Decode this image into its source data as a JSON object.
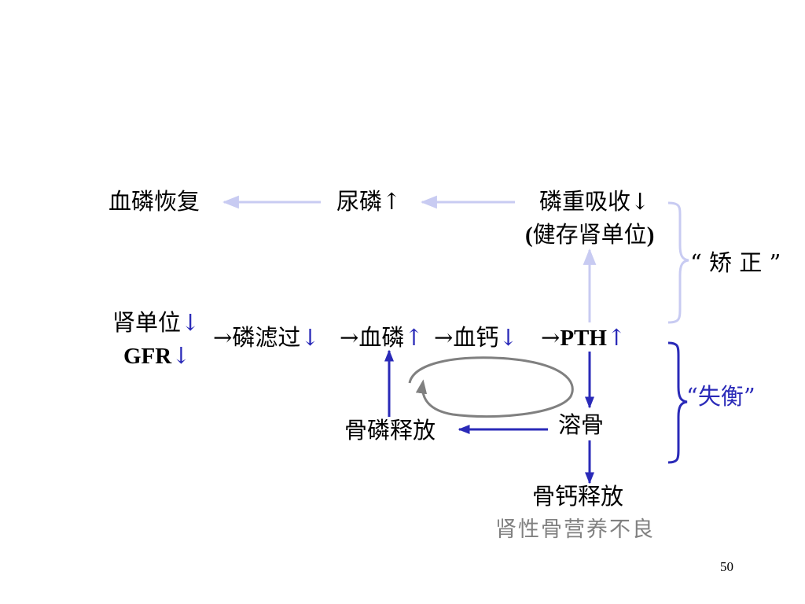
{
  "colors": {
    "dark_blue": "#2a2ab8",
    "light_blue": "#c8cbf2",
    "grey": "#808080",
    "text": "#000000"
  },
  "nodes": {
    "blood_p_recover": "血磷恢复",
    "urine_p": "尿磷",
    "p_reabsorb": "磷重吸收",
    "healthy_nephron_open": "(",
    "healthy_nephron": "健存肾单位",
    "healthy_nephron_close": ")",
    "nephron": "肾单位",
    "gfr": "GFR",
    "p_filtration": "磷滤过",
    "blood_p": "血磷",
    "blood_ca": "血钙",
    "pth": "PTH",
    "bone_dissolve": "溶骨",
    "bone_p_release": "骨磷释放",
    "bone_ca_release": "骨钙释放",
    "renal_osteodystrophy": "肾性骨营养不良"
  },
  "symbols": {
    "up": "↑",
    "down": "↓",
    "lead_arrow": "→"
  },
  "braces": {
    "correction": "“ 矫 正 ”",
    "imbalance": "“失衡”"
  },
  "page_number": "50"
}
